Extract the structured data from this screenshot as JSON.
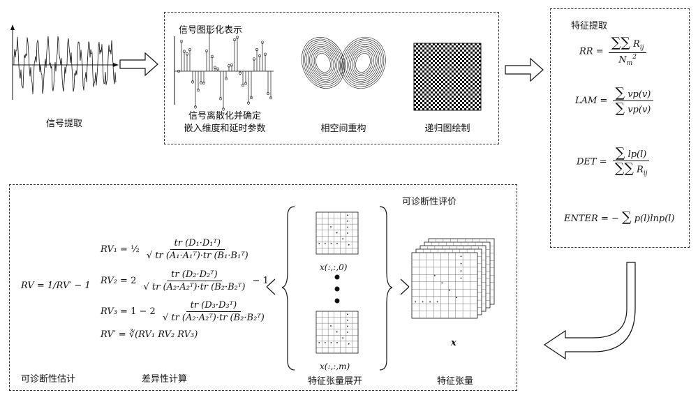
{
  "labels": {
    "signal_extraction": "信号提取",
    "graph_repr_title": "信号图形化表示",
    "discretize_line1": "信号离散化并确定",
    "discretize_line2": "嵌入维度和延时参数",
    "phase_space": "相空间重构",
    "recurrence_plot": "递归图绘制",
    "feature_extraction_title": "特征提取",
    "diagnosability_eval": "可诊断性评价",
    "diagnosability_estimate": "可诊断性估计",
    "difference_calc": "差异性计算",
    "tensor_unfold": "特征张量展开",
    "feature_tensor": "特征张量",
    "tensor_x": "x",
    "slice_0": "x(:,:,0)",
    "slice_m": "x(:,:,m)"
  },
  "formulas": {
    "rr_lhs": "RR =",
    "lam_lhs": "LAM =",
    "det_lhs": "DET =",
    "enter_lhs": "ENTER = −",
    "rv_main": "RV = 1/RV′ − 1",
    "rv1_lhs": "RV₁ =",
    "rv2_lhs": "RV₂ =",
    "rv3_lhs": "RV₃ =",
    "rv_prime": "RV′ = ∛(RV₁ RV₂ RV₃)"
  },
  "colors": {
    "line": "#111111",
    "dash": "#333333",
    "background": "#ffffff"
  }
}
